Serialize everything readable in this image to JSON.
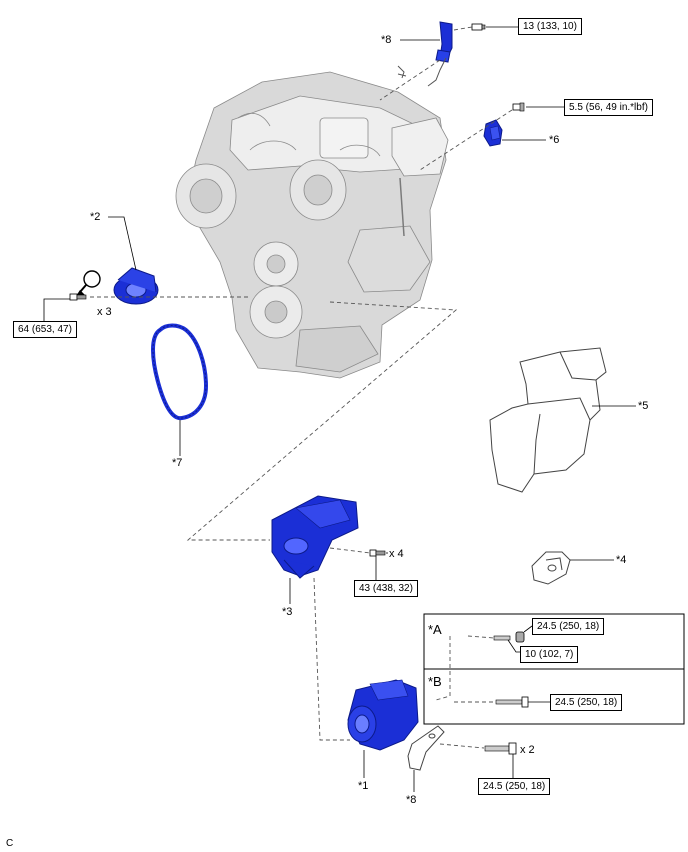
{
  "callouts": {
    "c8_top": "*8",
    "c6": "*6",
    "c2": "*2",
    "c7": "*7",
    "c5": "*5",
    "c4": "*4",
    "c3": "*3",
    "c1": "*1",
    "c8_bottom": "*8",
    "cA": "*A",
    "cB": "*B"
  },
  "torque_specs": {
    "t_top": "13 (133, 10)",
    "t_6": "5.5 (56, 49 in.*lbf)",
    "t_2": "64 (653, 47)",
    "t_3": "43 (438, 32)",
    "t_A_nut": "24.5 (250, 18)",
    "t_A_stud": "10 (102, 7)",
    "t_B": "24.5 (250, 18)",
    "t_bottom": "24.5 (250, 18)"
  },
  "counts": {
    "x3": "x 3",
    "x4": "x 4",
    "x2": "x 2"
  },
  "corner_code": "C",
  "colors": {
    "part_blue": "#1b2fd6",
    "part_dark_blue": "#0c1a8a",
    "engine_gray": "#d7d7d7",
    "line": "#000000"
  },
  "icons": [
    "engine-assembly",
    "compressor-bracket",
    "compressor",
    "drive-belt",
    "insulator",
    "heat-shield",
    "bracket",
    "pulley-tool",
    "bolt",
    "nut"
  ]
}
